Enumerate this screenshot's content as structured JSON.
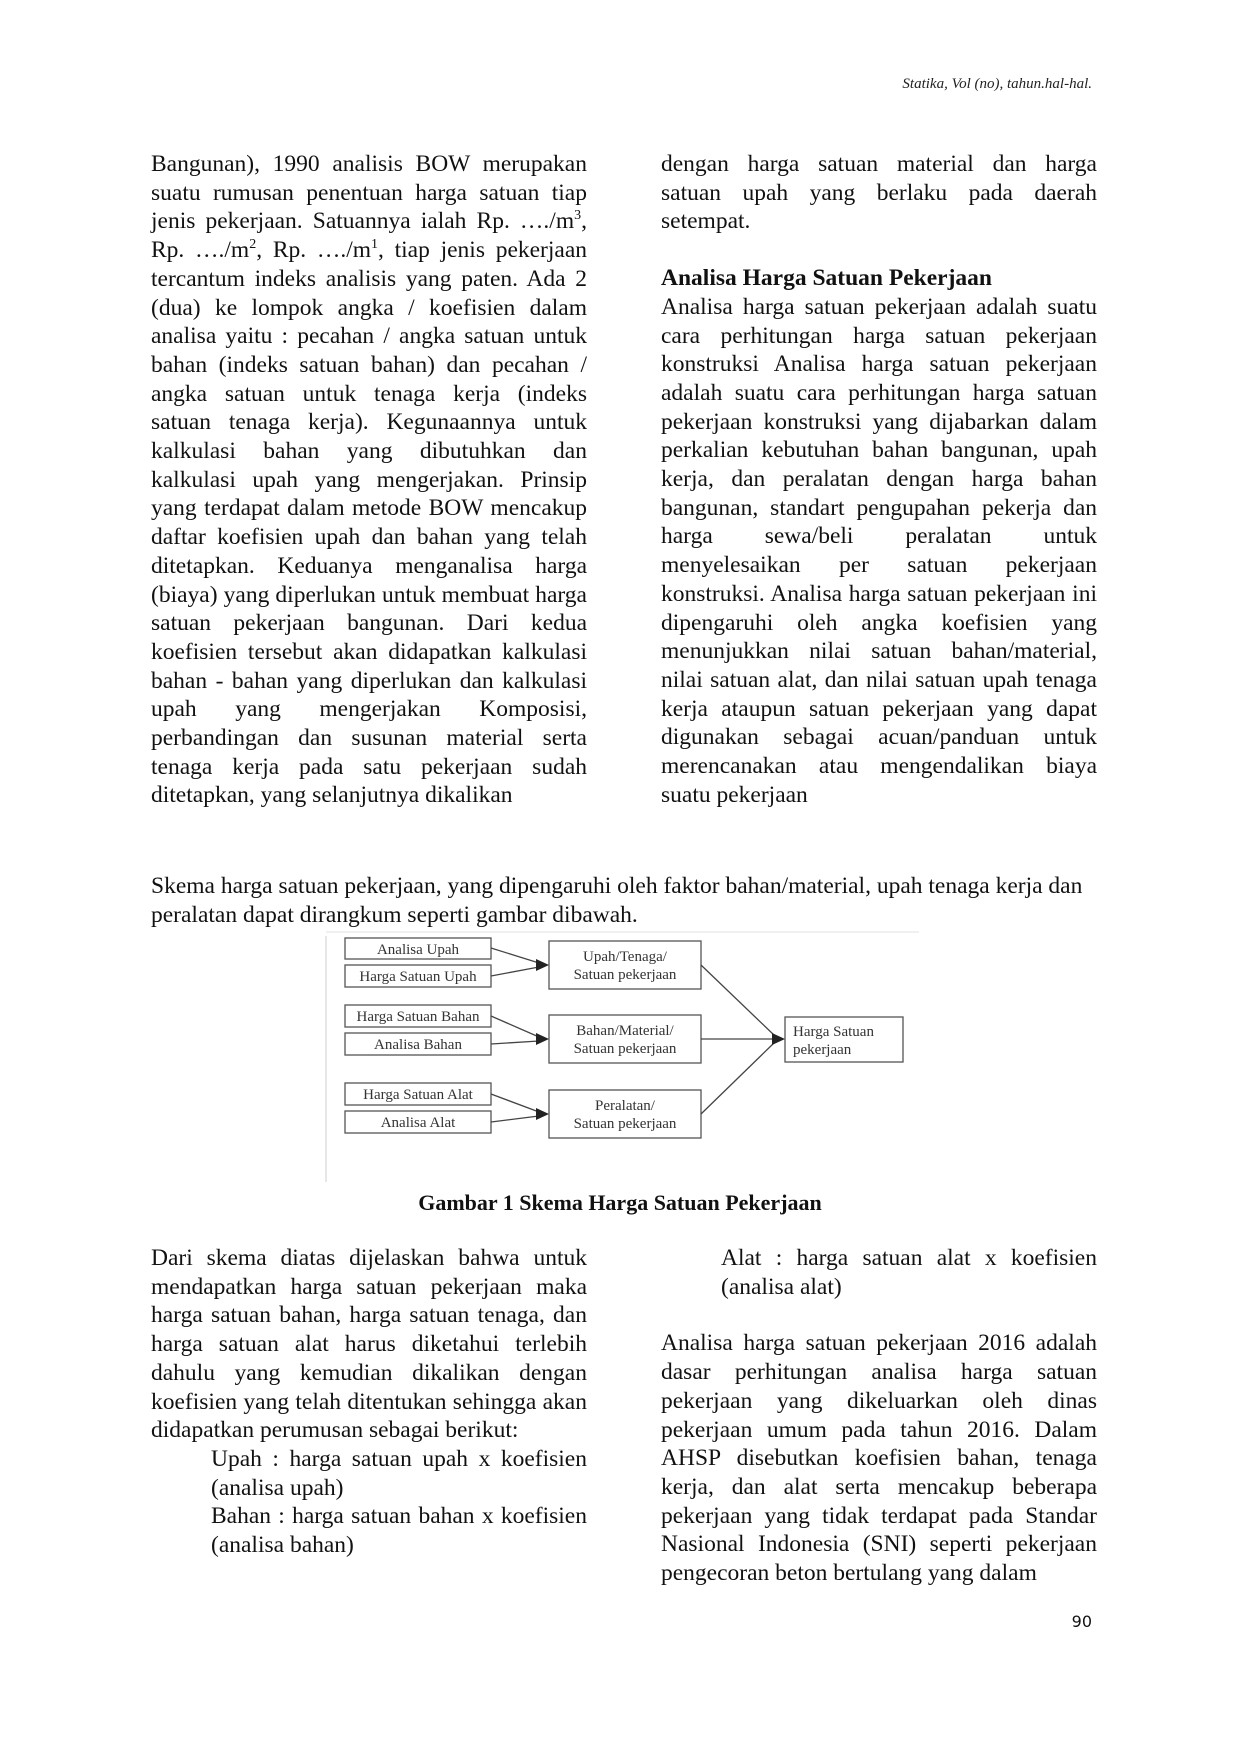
{
  "header": {
    "running_head": "Statika, Vol (no), tahun.hal-hal."
  },
  "left_top": {
    "p1_before": "Bangunan), 1990 analisis BOW merupakan suatu rumusan penentuan harga satuan tiap jenis pekerjaan. Satuannya ialah Rp. …./m",
    "sup3": "3",
    "mid1": ", Rp. …./m",
    "sup2": "2",
    "mid2": ", Rp. …./m",
    "sup1": "1",
    "p1_after": ", tiap jenis pekerjaan tercantum indeks analisis yang paten. Ada 2 (dua) ke lompok angka / koefisien dalam analisa yaitu : pecahan / angka satuan untuk bahan (indeks satuan bahan) dan pecahan / angka satuan untuk tenaga kerja (indeks satuan tenaga kerja). Kegunaannya untuk kalkulasi bahan yang dibutuhkan dan kalkulasi upah yang mengerjakan. Prinsip yang terdapat dalam metode BOW mencakup daftar koefisien upah dan bahan yang telah ditetapkan. Keduanya menganalisa harga (biaya) yang diperlukan untuk membuat harga satuan pekerjaan bangunan. Dari kedua koefisien tersebut akan didapatkan kalkulasi bahan - bahan yang diperlukan dan kalkulasi upah yang mengerjakan Komposisi, perbandingan dan susunan material serta tenaga kerja pada satu pekerjaan sudah ditetapkan, yang selanjutnya dikalikan"
  },
  "right_top": {
    "p1": "dengan harga satuan material dan harga satuan upah yang berlaku pada daerah setempat.",
    "heading": "Analisa Harga Satuan Pekerjaan",
    "p2": "Analisa harga satuan pekerjaan adalah suatu cara perhitungan harga satuan pekerjaan konstruksi Analisa harga satuan pekerjaan adalah suatu cara perhitungan harga satuan pekerjaan konstruksi yang dijabarkan dalam perkalian kebutuhan bahan bangunan, upah kerja, dan peralatan dengan harga bahan bangunan, standart pengupahan pekerja dan harga sewa/beli peralatan untuk menyelesaikan per satuan pekerjaan konstruksi. Analisa harga satuan pekerjaan ini dipengaruhi oleh angka koefisien yang menunjukkan nilai satuan bahan/material, nilai satuan alat, dan nilai satuan upah tenaga kerja ataupun satuan pekerjaan yang dapat digunakan sebagai acuan/panduan untuk merencanakan atau mengendalikan biaya suatu pekerjaan"
  },
  "full_text": "Skema harga satuan pekerjaan, yang dipengaruhi oleh faktor bahan/material, upah tenaga kerja dan peralatan dapat dirangkum seperti gambar dibawah.",
  "figure": {
    "inputs": [
      "Analisa Upah",
      "Harga Satuan Upah",
      "Harga Satuan Bahan",
      "Analisa Bahan",
      "Harga Satuan Alat",
      "Analisa Alat"
    ],
    "mid": [
      {
        "line1": "Upah/Tenaga/",
        "line2": "Satuan pekerjaan"
      },
      {
        "line1": "Bahan/Material/",
        "line2": "Satuan pekerjaan"
      },
      {
        "line1": "Peralatan/",
        "line2": "Satuan pekerjaan"
      }
    ],
    "output": {
      "line1": "Harga Satuan",
      "line2": "pekerjaan"
    },
    "caption": "Gambar 1 Skema Harga Satuan Pekerjaan"
  },
  "left_bottom": {
    "p1": "Dari skema diatas dijelaskan bahwa untuk mendapatkan harga satuan pekerjaan maka harga satuan bahan, harga satuan tenaga, dan harga satuan alat harus diketahui terlebih dahulu yang kemudian dikalikan dengan koefisien yang telah ditentukan sehingga akan didapatkan perumusan sebagai berikut:",
    "f1": "Upah : harga satuan upah x koefisien (analisa upah)",
    "f2": "Bahan : harga satuan bahan x koefisien (analisa bahan)"
  },
  "right_bottom": {
    "f3": "Alat : harga satuan alat x koefisien (analisa alat)",
    "p2": "Analisa harga satuan pekerjaan 2016 adalah dasar perhitungan analisa harga satuan pekerjaan yang dikeluarkan oleh dinas pekerjaan umum pada tahun 2016. Dalam AHSP disebutkan koefisien bahan, tenaga kerja, dan alat serta mencakup beberapa pekerjaan yang tidak terdapat pada Standar Nasional Indonesia (SNI) seperti pekerjaan pengecoran beton bertulang yang dalam"
  },
  "footer": {
    "page_number": "90"
  }
}
